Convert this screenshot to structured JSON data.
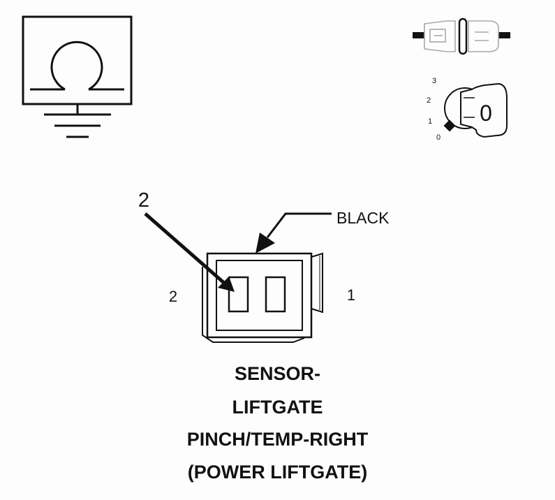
{
  "colors": {
    "ink": "#111111",
    "light_ink": "#9a9a9a",
    "background": "#fdfdfd"
  },
  "icons": {
    "resistance": "ohmmeter-ground-icon",
    "connector_side": "connector-side-view-icon",
    "ignition": "ignition-key-icon"
  },
  "ignition": {
    "positions": [
      "3",
      "2",
      "1",
      "0"
    ],
    "key_label": "0"
  },
  "connector": {
    "callout_number": "2",
    "color_label": "BLACK",
    "cavity_left_label": "2",
    "cavity_right_label": "1"
  },
  "title": {
    "line1": "SENSOR-",
    "line2": "LIFTGATE",
    "line3": "PINCH/TEMP-RIGHT",
    "line4": "(POWER LIFTGATE)"
  }
}
